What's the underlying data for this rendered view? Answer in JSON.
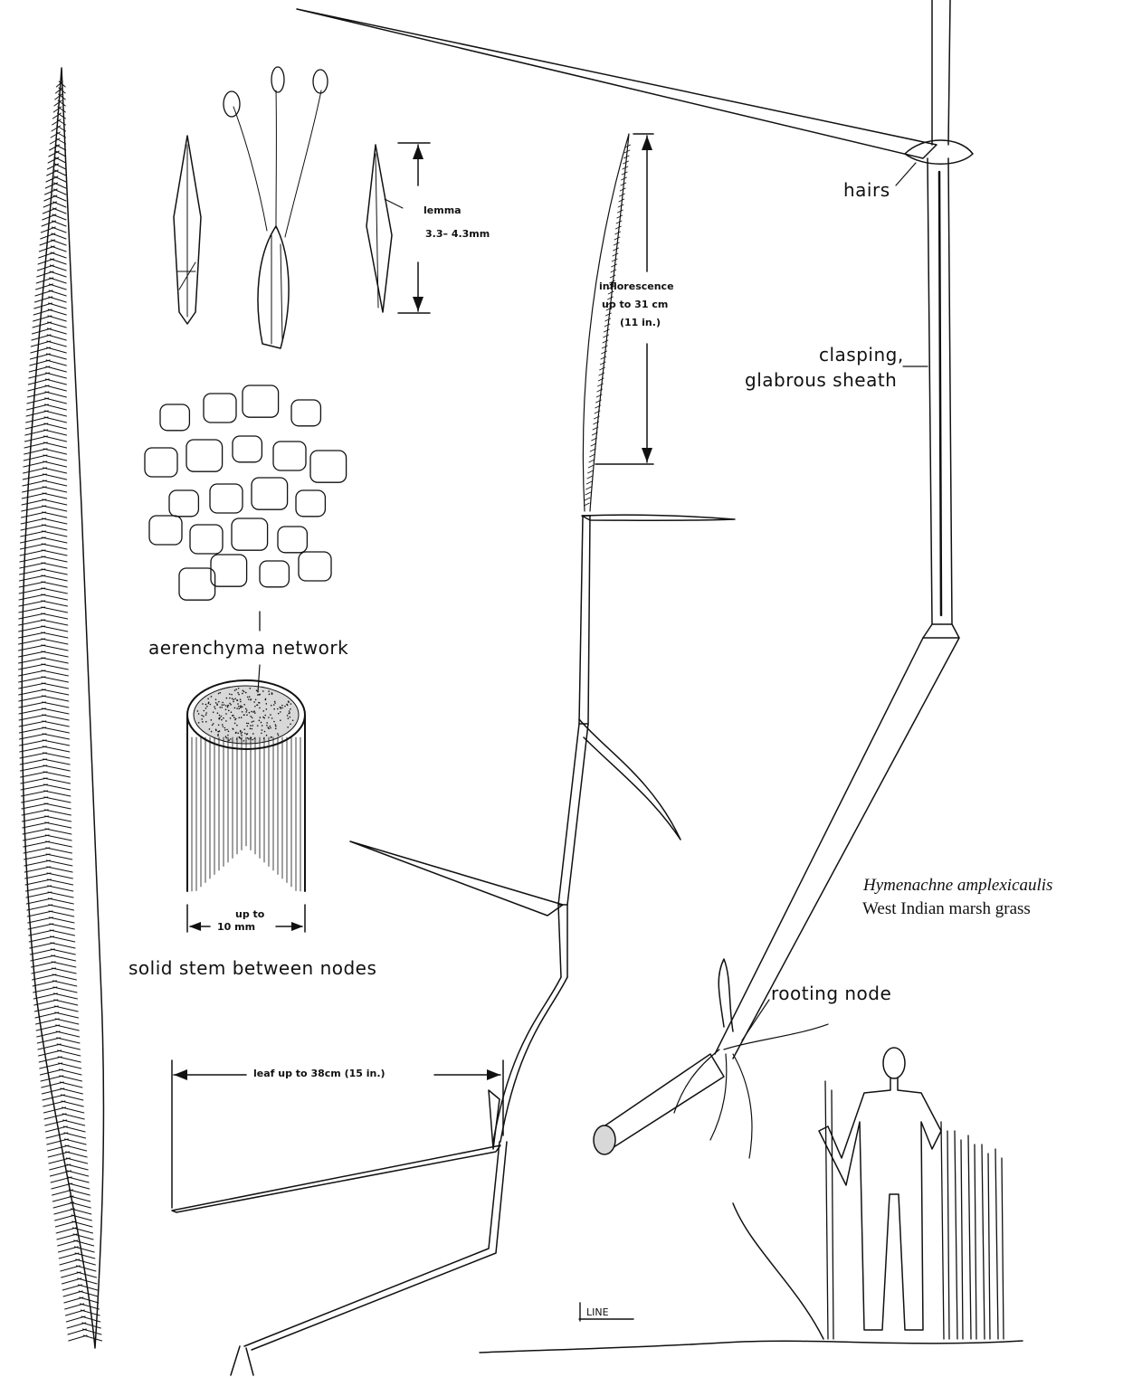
{
  "labels": {
    "hairs": "hairs",
    "clasping_line1": "clasping,",
    "clasping_line2": "glabrous sheath",
    "lemma": "lemma",
    "lemma_size": "3.3– 4.3mm",
    "inflorescence_line1": "inflorescence",
    "inflorescence_line2": "up to 31 cm",
    "inflorescence_line3": "(11 in.)",
    "aerenchyma": "aerenchyma network",
    "stem_upto": "up to",
    "stem_size": "10 mm",
    "stem_caption": "solid stem between nodes",
    "rooting_node": "rooting node",
    "leaf_length": "leaf up to 38cm (15 in.)",
    "species_scientific": "Hymenachne amplexicaulis",
    "species_common": "West Indian marsh grass",
    "signature": "LINE"
  }
}
